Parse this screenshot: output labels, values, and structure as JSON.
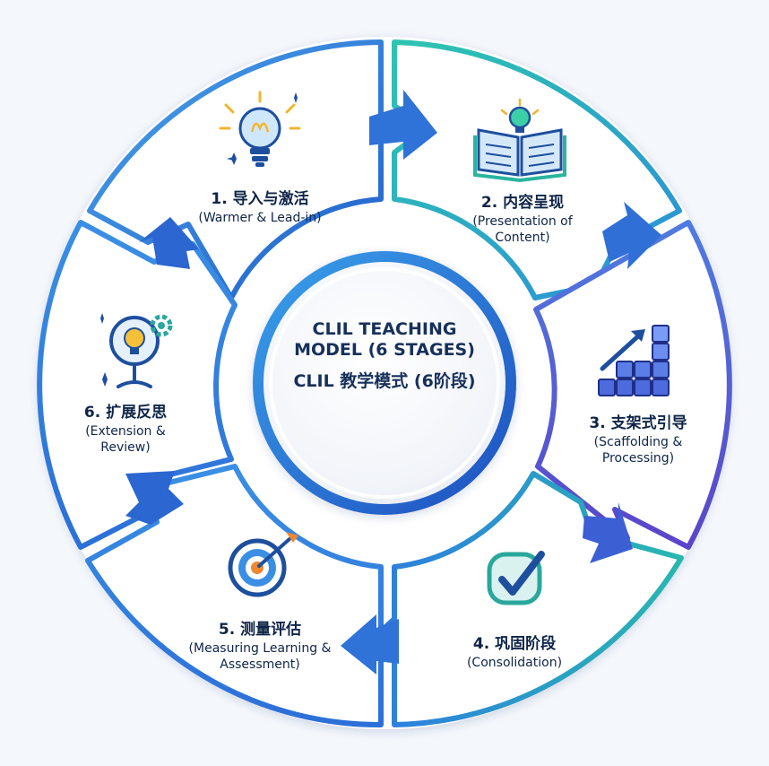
{
  "center": {
    "title_en": "CLIL TEACHING MODEL (6 STAGES)",
    "title_zh": "CLIL 教学模式 (6阶段)"
  },
  "stages": [
    {
      "zh": "1. 导入与激活",
      "en": "(Warmer & Lead-in)",
      "icon": "lightbulb-icon"
    },
    {
      "zh": "2. 内容呈现",
      "en": "(Presentation of Content)",
      "icon": "open-book-icon"
    },
    {
      "zh": "3. 支架式引导",
      "en": "(Scaffolding & Processing)",
      "icon": "building-blocks-icon"
    },
    {
      "zh": "4. 巩固阶段",
      "en": "(Consolidation)",
      "icon": "checkmark-icon"
    },
    {
      "zh": "5. 测量评估",
      "en": "(Measuring Learning & Assessment)",
      "icon": "target-icon"
    },
    {
      "zh": "6. 扩展反思",
      "en": "(Extension & Review)",
      "icon": "lightbulb-gear-icon"
    }
  ],
  "colors": {
    "background": "#f4f7fb",
    "blue": "#2f6fd6",
    "teal": "#22b5a8",
    "indigo": "#5b5fd6",
    "navy": "#123a7a"
  }
}
